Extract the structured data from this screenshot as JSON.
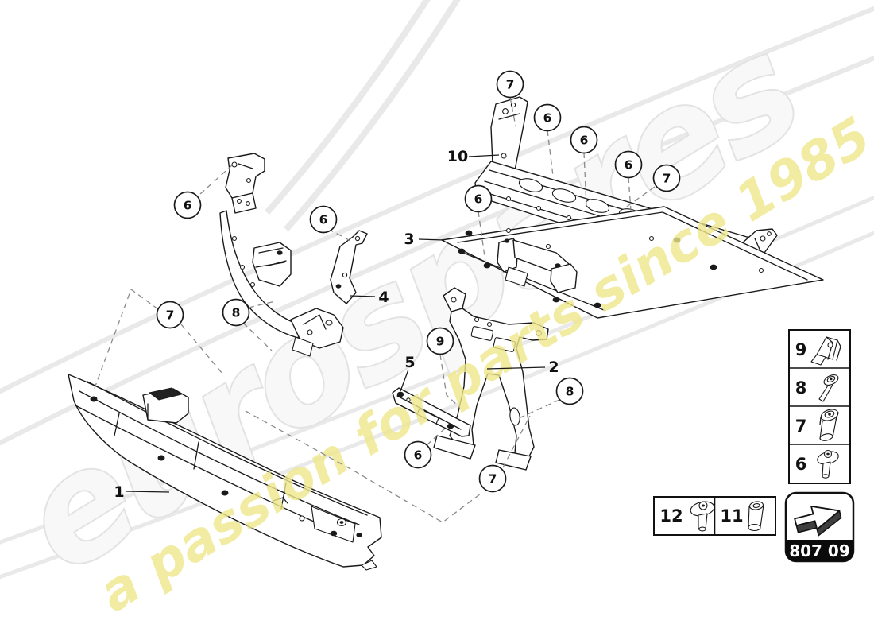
{
  "page": {
    "background": "#ffffff"
  },
  "watermark": {
    "brand": "eurospares",
    "tagline": "a passion for parts since 1985",
    "brand_fill": "#f8f8f8",
    "brand_outline": "#e3e3e3",
    "tagline_color": "#eee88c"
  },
  "diagram": {
    "description": "bumper carrier exploded parts drawing",
    "part_labels": [
      {
        "number": "1"
      },
      {
        "number": "2"
      },
      {
        "number": "3"
      },
      {
        "number": "4"
      },
      {
        "number": "5"
      },
      {
        "number": "10"
      }
    ],
    "callouts": [
      {
        "number": "7"
      },
      {
        "number": "6"
      },
      {
        "number": "6"
      },
      {
        "number": "6"
      },
      {
        "number": "7"
      },
      {
        "number": "6"
      },
      {
        "number": "6"
      },
      {
        "number": "6"
      },
      {
        "number": "7"
      },
      {
        "number": "8"
      },
      {
        "number": "9"
      },
      {
        "number": "8"
      },
      {
        "number": "6"
      },
      {
        "number": "7"
      }
    ]
  },
  "legend": {
    "fastener_column": [
      {
        "number": "9",
        "icon": "clip-nut-icon"
      },
      {
        "number": "8",
        "icon": "flange-screw-icon"
      },
      {
        "number": "7",
        "icon": "shoulder-sleeve-icon"
      },
      {
        "number": "6",
        "icon": "washer-screw-icon"
      }
    ],
    "fastener_row": [
      {
        "number": "12",
        "icon": "large-washer-screw-icon"
      },
      {
        "number": "11",
        "icon": "spacer-sleeve-icon"
      }
    ],
    "nav": {
      "part_group_code": "807 09",
      "icon": "forward-arrow-icon"
    }
  },
  "colors": {
    "line": "#1a1a1a",
    "dash": "#8a8a8a",
    "ribbon_gray": "#e9e9e9",
    "nav_bg": "#0b0b0b"
  }
}
